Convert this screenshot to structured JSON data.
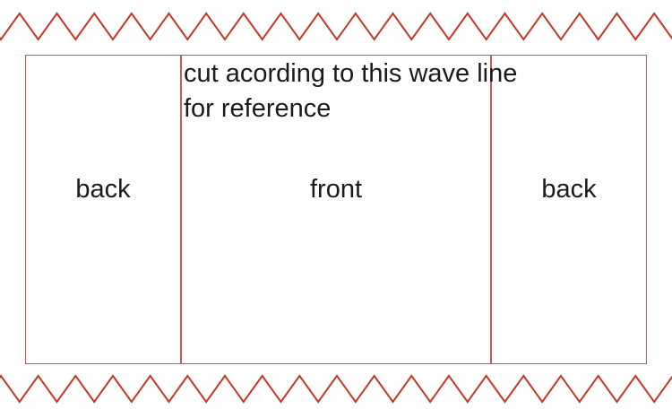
{
  "diagram": {
    "instruction_line1": "cut acording to this wave line",
    "instruction_line2": "for reference",
    "panels": [
      {
        "label": "back"
      },
      {
        "label": "front"
      },
      {
        "label": "back"
      }
    ]
  },
  "colors": {
    "wave_red": "#c43b2c",
    "border_red": "#cb5a4c",
    "text": "#1b1b1b",
    "background": "#ffffff"
  }
}
